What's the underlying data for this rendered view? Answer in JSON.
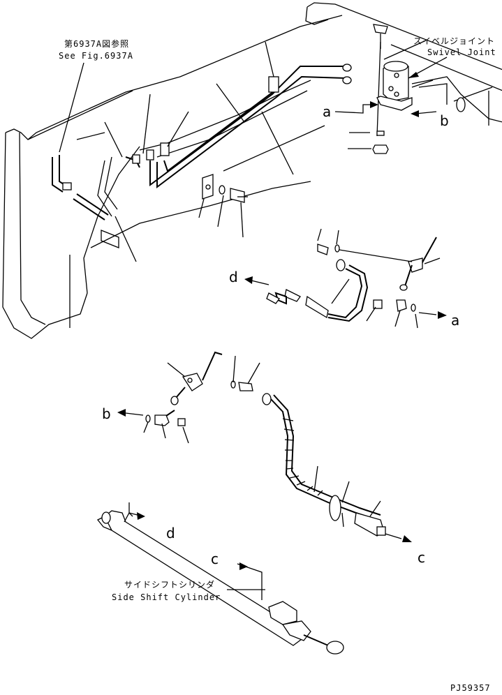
{
  "callouts": {
    "see_fig_jp": "第6937A図参照",
    "see_fig_en": "See Fig.6937A",
    "swivel_jp": "スイベルジョイント",
    "swivel_en": "Swivel Joint",
    "cylinder_jp": "サイドシフトシリンダ",
    "cylinder_en": "Side Shift Cylinder"
  },
  "connection_labels": {
    "a": "a",
    "b": "b",
    "c": "c",
    "d": "d"
  },
  "drawing_code": "PJ59357"
}
